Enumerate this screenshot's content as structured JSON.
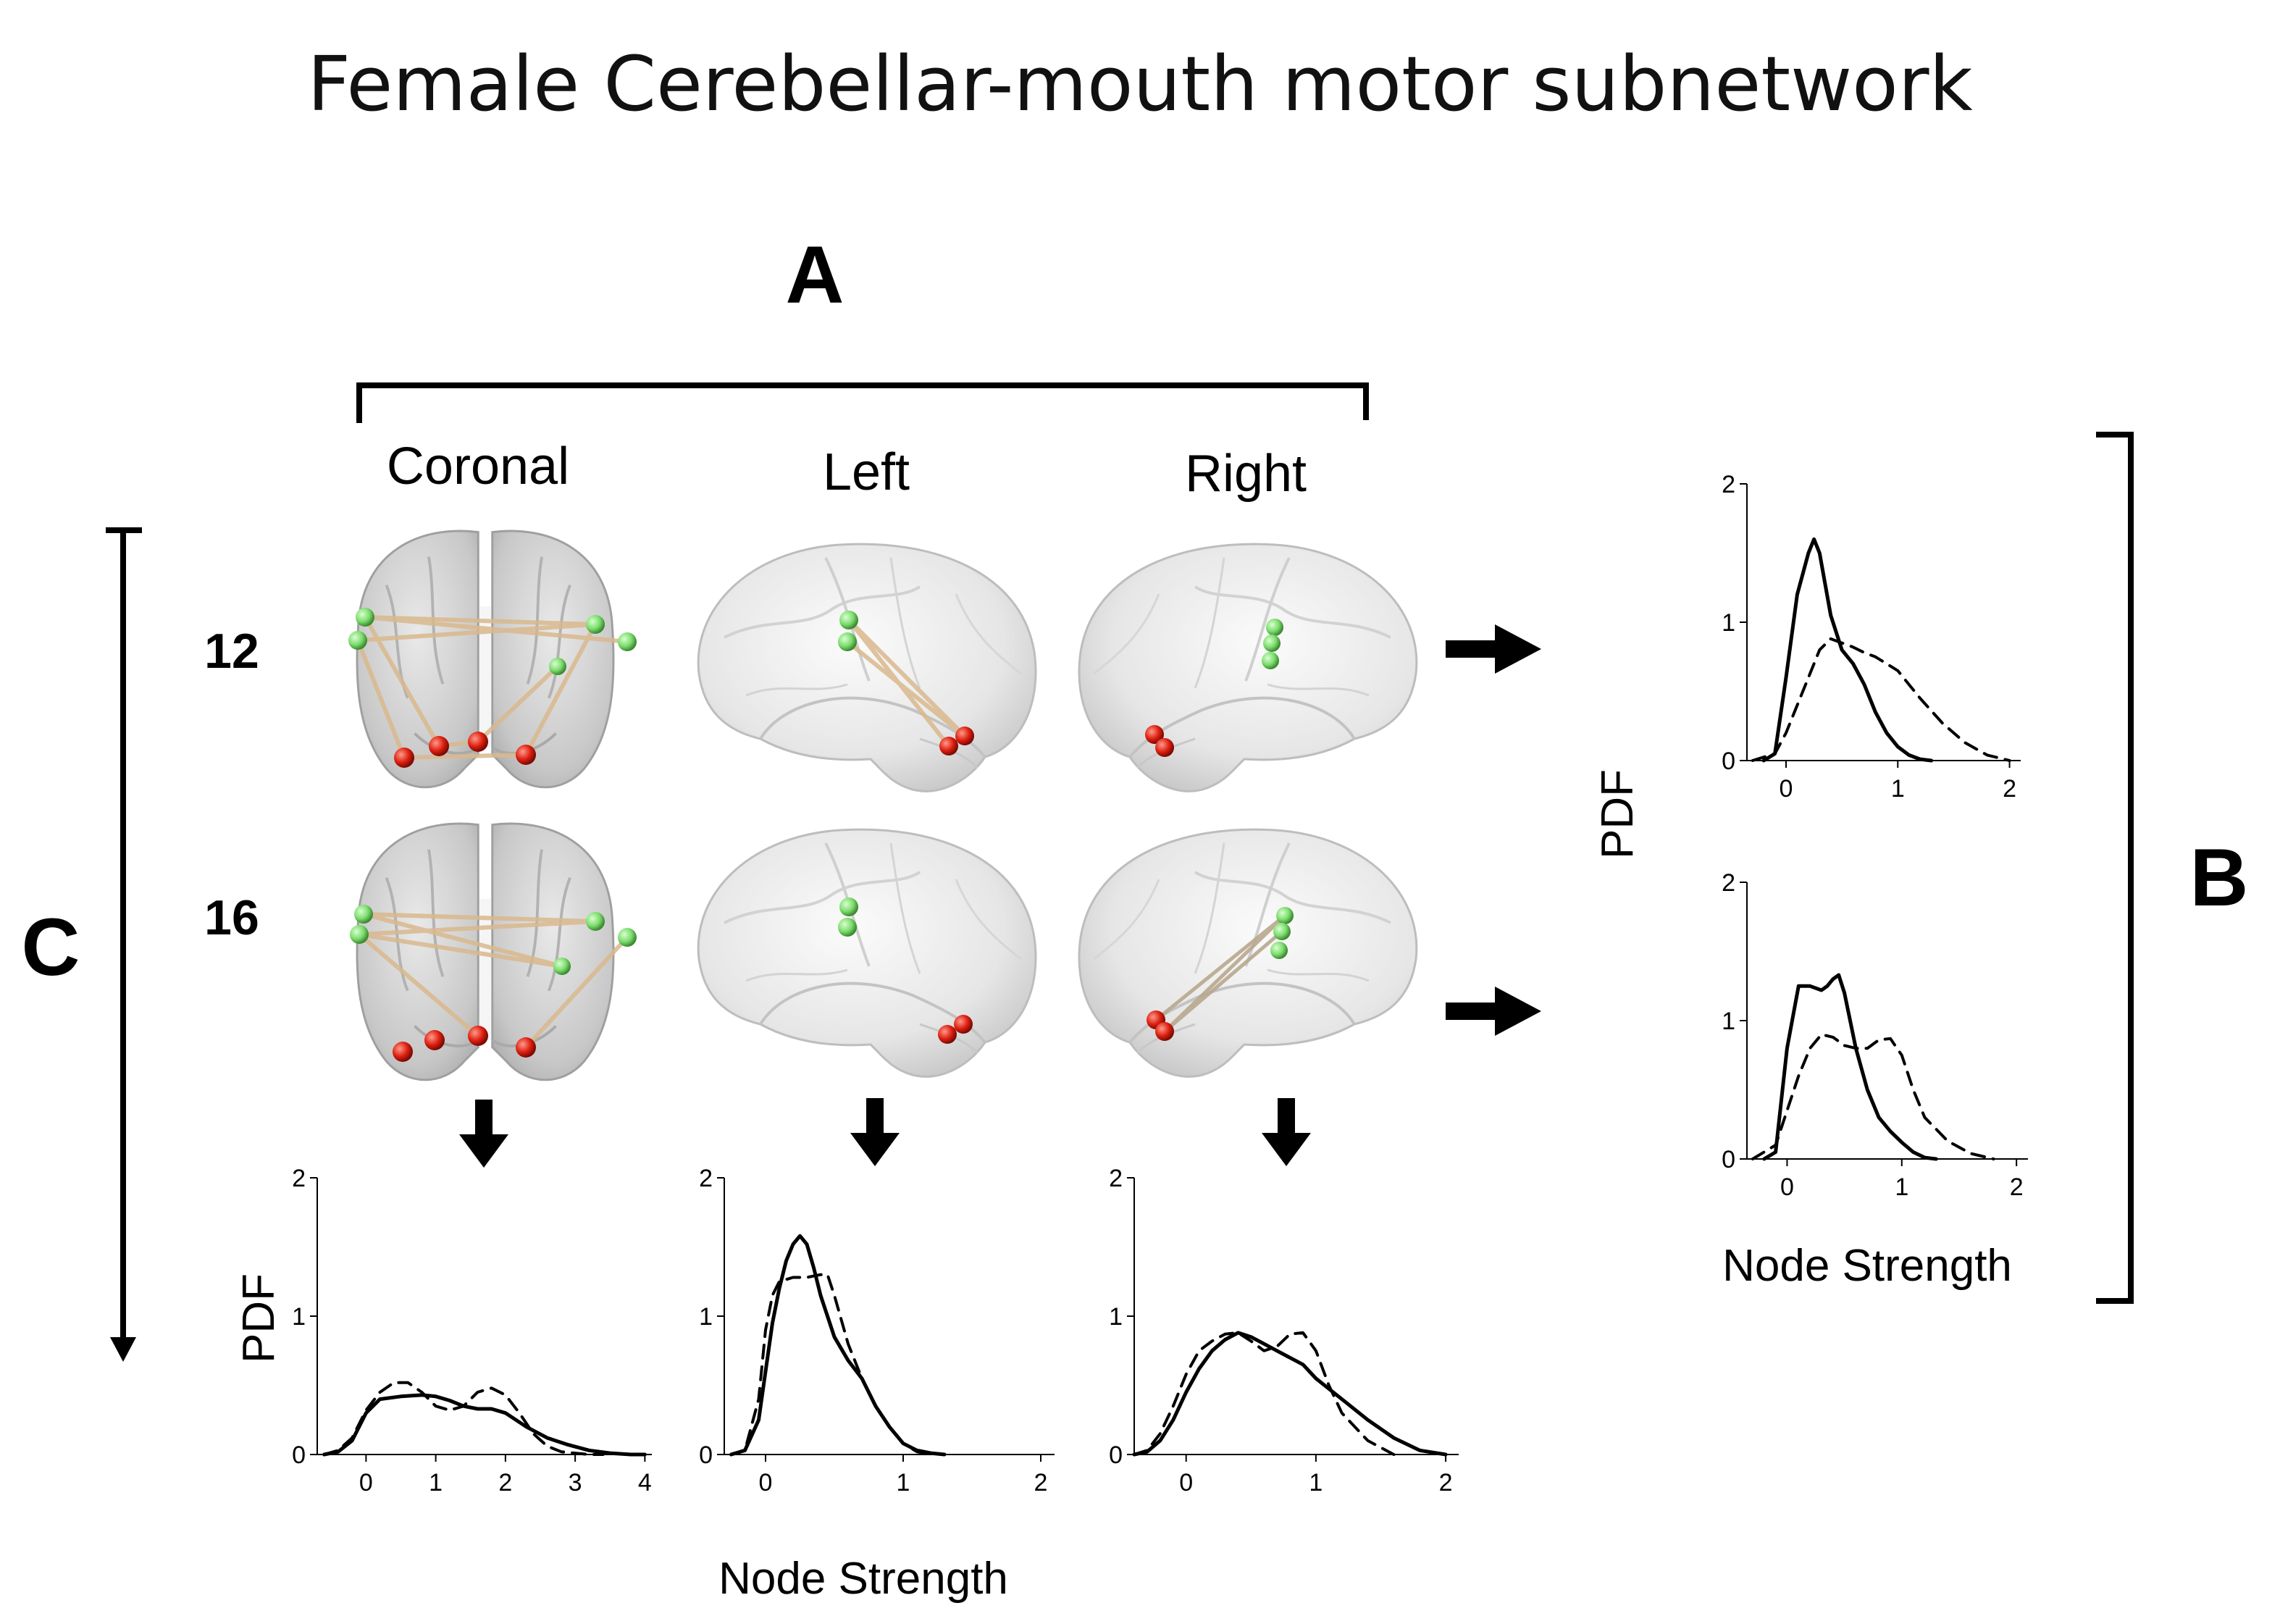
{
  "title": "Female Cerebellar-mouth motor subnetwork",
  "panels": {
    "a": "A",
    "b": "B",
    "c": "C"
  },
  "views": [
    "Coronal",
    "Left",
    "Right"
  ],
  "rows": [
    "12",
    "16"
  ],
  "axis_labels": {
    "pdf": "PDF",
    "node_strength": "Node Strength"
  },
  "colors": {
    "cortical_node": "#7ddc6e",
    "cerebellar_node": "#dd1f10",
    "edge": "#d9b98e",
    "brain": "#d8d8d8"
  },
  "chart_data": [
    {
      "type": "line",
      "id": "right-top",
      "xlim": [
        -0.35,
        2.1
      ],
      "ylim": [
        0,
        2
      ],
      "xticks": [
        0,
        1,
        2
      ],
      "yticks": [
        0,
        1,
        2
      ],
      "ylabel": "PDF",
      "xlabel": "",
      "series": [
        {
          "style": "solid",
          "x": [
            -0.2,
            -0.1,
            0,
            0.1,
            0.2,
            0.25,
            0.3,
            0.4,
            0.5,
            0.6,
            0.7,
            0.8,
            0.9,
            1.0,
            1.1,
            1.2,
            1.3
          ],
          "y": [
            0,
            0.05,
            0.6,
            1.2,
            1.5,
            1.6,
            1.5,
            1.05,
            0.8,
            0.7,
            0.55,
            0.35,
            0.2,
            0.1,
            0.04,
            0.01,
            0
          ]
        },
        {
          "style": "dashed",
          "x": [
            -0.3,
            -0.1,
            0,
            0.1,
            0.2,
            0.3,
            0.4,
            0.5,
            0.6,
            0.7,
            0.8,
            0.9,
            1.0,
            1.1,
            1.2,
            1.4,
            1.6,
            1.8,
            2.0
          ],
          "y": [
            0,
            0.05,
            0.2,
            0.4,
            0.6,
            0.8,
            0.88,
            0.85,
            0.82,
            0.78,
            0.75,
            0.7,
            0.65,
            0.55,
            0.45,
            0.27,
            0.13,
            0.04,
            0
          ]
        }
      ]
    },
    {
      "type": "line",
      "id": "right-bottom",
      "xlim": [
        -0.35,
        2.1
      ],
      "ylim": [
        0,
        2
      ],
      "xticks": [
        0,
        1,
        2
      ],
      "yticks": [
        0,
        1,
        2
      ],
      "ylabel": "",
      "xlabel": "Node Strength",
      "series": [
        {
          "style": "solid",
          "x": [
            -0.2,
            -0.1,
            0,
            0.1,
            0.2,
            0.3,
            0.35,
            0.4,
            0.45,
            0.5,
            0.6,
            0.7,
            0.8,
            0.9,
            1.0,
            1.1,
            1.2,
            1.3
          ],
          "y": [
            0,
            0.05,
            0.8,
            1.25,
            1.25,
            1.22,
            1.25,
            1.3,
            1.33,
            1.2,
            0.8,
            0.5,
            0.3,
            0.2,
            0.12,
            0.05,
            0.01,
            0
          ]
        },
        {
          "style": "dashed",
          "x": [
            -0.3,
            -0.1,
            0,
            0.1,
            0.2,
            0.3,
            0.4,
            0.5,
            0.6,
            0.7,
            0.8,
            0.9,
            1.0,
            1.1,
            1.2,
            1.4,
            1.6,
            1.8
          ],
          "y": [
            0,
            0.1,
            0.35,
            0.6,
            0.8,
            0.9,
            0.88,
            0.82,
            0.8,
            0.8,
            0.86,
            0.87,
            0.75,
            0.5,
            0.3,
            0.13,
            0.04,
            0
          ]
        }
      ]
    },
    {
      "type": "line",
      "id": "coronal",
      "xlim": [
        -0.7,
        4.1
      ],
      "ylim": [
        0,
        2
      ],
      "xticks": [
        0,
        1,
        2,
        3,
        4
      ],
      "yticks": [
        0,
        1,
        2
      ],
      "ylabel": "PDF",
      "xlabel": "",
      "series": [
        {
          "style": "solid",
          "x": [
            -0.6,
            -0.4,
            -0.2,
            0,
            0.2,
            0.5,
            0.8,
            1.0,
            1.2,
            1.4,
            1.6,
            1.8,
            2.0,
            2.3,
            2.6,
            2.9,
            3.2,
            3.5,
            3.8,
            4.0
          ],
          "y": [
            0,
            0.02,
            0.1,
            0.3,
            0.4,
            0.42,
            0.43,
            0.42,
            0.39,
            0.35,
            0.33,
            0.33,
            0.3,
            0.2,
            0.12,
            0.07,
            0.03,
            0.01,
            0,
            0
          ]
        },
        {
          "style": "dashed",
          "x": [
            -0.6,
            -0.4,
            -0.2,
            0,
            0.2,
            0.4,
            0.6,
            0.8,
            1.0,
            1.2,
            1.4,
            1.6,
            1.8,
            2.0,
            2.2,
            2.4,
            2.6,
            2.8,
            3.0,
            3.2,
            3.4
          ],
          "y": [
            0,
            0.03,
            0.12,
            0.32,
            0.45,
            0.52,
            0.52,
            0.45,
            0.35,
            0.32,
            0.35,
            0.45,
            0.48,
            0.43,
            0.3,
            0.15,
            0.06,
            0.02,
            0.01,
            0,
            0
          ]
        }
      ]
    },
    {
      "type": "line",
      "id": "left",
      "xlim": [
        -0.3,
        2.1
      ],
      "ylim": [
        0,
        2
      ],
      "xticks": [
        0,
        1,
        2
      ],
      "yticks": [
        0,
        1,
        2
      ],
      "ylabel": "",
      "xlabel": "Node Strength",
      "series": [
        {
          "style": "solid",
          "x": [
            -0.25,
            -0.15,
            -0.05,
            0,
            0.05,
            0.1,
            0.15,
            0.2,
            0.25,
            0.3,
            0.35,
            0.4,
            0.5,
            0.6,
            0.7,
            0.8,
            0.9,
            1.0,
            1.1,
            1.2,
            1.3
          ],
          "y": [
            0,
            0.03,
            0.25,
            0.6,
            0.95,
            1.2,
            1.4,
            1.52,
            1.58,
            1.52,
            1.35,
            1.15,
            0.85,
            0.68,
            0.55,
            0.35,
            0.2,
            0.08,
            0.03,
            0.01,
            0
          ]
        },
        {
          "style": "dashed",
          "x": [
            -0.25,
            -0.15,
            -0.05,
            0,
            0.05,
            0.1,
            0.2,
            0.3,
            0.4,
            0.45,
            0.5,
            0.6,
            0.7,
            0.8,
            0.9,
            1.0,
            1.1,
            1.2
          ],
          "y": [
            0,
            0.03,
            0.4,
            0.9,
            1.15,
            1.25,
            1.28,
            1.28,
            1.3,
            1.3,
            1.15,
            0.8,
            0.55,
            0.35,
            0.2,
            0.08,
            0.02,
            0
          ]
        }
      ]
    },
    {
      "type": "line",
      "id": "right",
      "xlim": [
        -0.4,
        2.1
      ],
      "ylim": [
        0,
        2
      ],
      "xticks": [
        0,
        1,
        2
      ],
      "yticks": [
        0,
        1,
        2
      ],
      "ylabel": "",
      "xlabel": "",
      "series": [
        {
          "style": "solid",
          "x": [
            -0.4,
            -0.3,
            -0.2,
            -0.1,
            0,
            0.1,
            0.2,
            0.3,
            0.4,
            0.5,
            0.6,
            0.7,
            0.8,
            0.9,
            1.0,
            1.2,
            1.4,
            1.6,
            1.8,
            2.0
          ],
          "y": [
            0,
            0.02,
            0.1,
            0.25,
            0.45,
            0.62,
            0.75,
            0.83,
            0.88,
            0.85,
            0.8,
            0.75,
            0.7,
            0.65,
            0.55,
            0.4,
            0.25,
            0.12,
            0.03,
            0
          ]
        },
        {
          "style": "dashed",
          "x": [
            -0.4,
            -0.3,
            -0.2,
            -0.1,
            0,
            0.1,
            0.2,
            0.3,
            0.4,
            0.5,
            0.6,
            0.7,
            0.8,
            0.9,
            1.0,
            1.1,
            1.2,
            1.4,
            1.6
          ],
          "y": [
            0,
            0.03,
            0.15,
            0.35,
            0.58,
            0.75,
            0.82,
            0.87,
            0.88,
            0.82,
            0.75,
            0.78,
            0.87,
            0.88,
            0.75,
            0.5,
            0.3,
            0.1,
            0
          ]
        }
      ]
    }
  ]
}
